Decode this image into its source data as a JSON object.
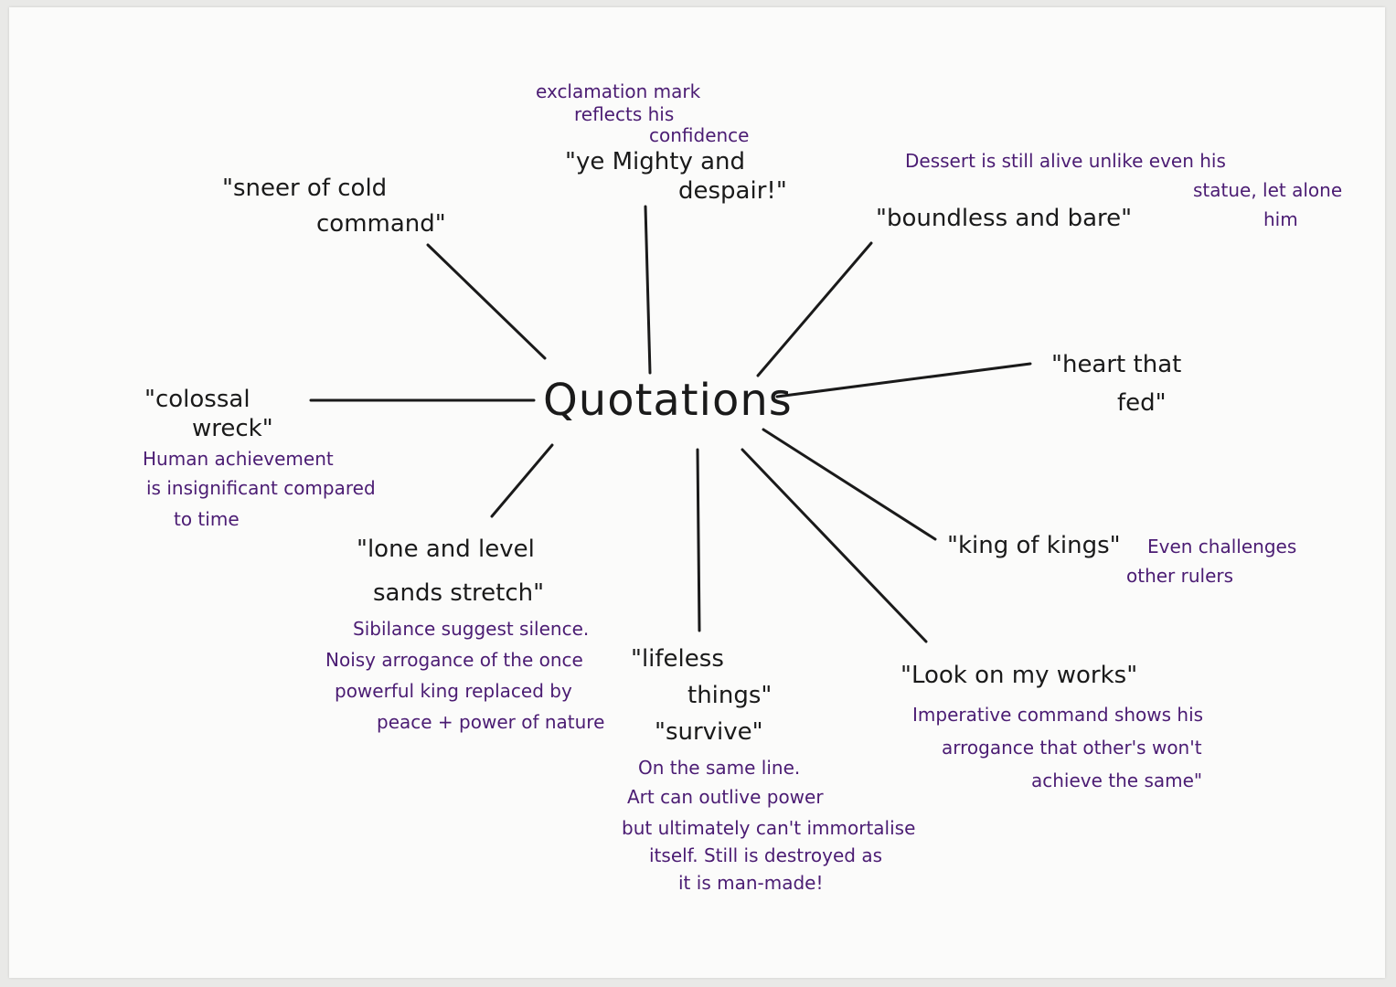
{
  "center": "Quotations",
  "quotes": {
    "sneer": [
      "\"sneer of cold",
      "command\""
    ],
    "mighty": [
      "\"ye Mighty and",
      "despair!\""
    ],
    "boundless": [
      "\"boundless and bare\""
    ],
    "heart": [
      "\"heart that",
      "fed\""
    ],
    "kings": [
      "\"king of kings\""
    ],
    "look": [
      "\"Look on my works\""
    ],
    "lifeless": [
      "\"lifeless",
      "things\"",
      "\"survive\""
    ],
    "lone": [
      "\"lone and level",
      "sands stretch\""
    ],
    "colossal": [
      "\"colossal",
      "wreck\""
    ]
  },
  "notes": {
    "mighty": [
      "exclamation mark",
      "reflects his",
      "confidence"
    ],
    "boundless": [
      "Dessert is still alive unlike even his",
      "statue, let alone",
      "him"
    ],
    "kings": [
      "Even challenges",
      "other rulers"
    ],
    "look": [
      "Imperative command shows his",
      "arrogance that other's won't",
      "achieve the same\""
    ],
    "lifeless": [
      "On the same line.",
      "Art can outlive power",
      "but ultimately can't immortalise",
      "itself. Still is destroyed as",
      "it is man-made!"
    ],
    "lone": [
      "Sibilance suggest silence.",
      "Noisy arrogance of the once",
      "powerful king replaced by",
      "peace + power of nature"
    ],
    "colossal": [
      "Human achievement",
      "is insignificant compared",
      "to time"
    ]
  },
  "colors": {
    "paper": "#fbfbfa",
    "ink": "#1a1a1a",
    "note_ink": "#4b1c73"
  }
}
